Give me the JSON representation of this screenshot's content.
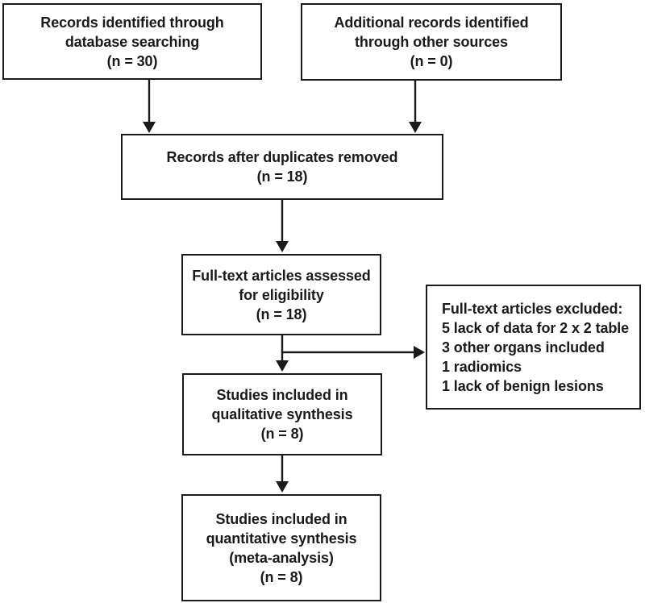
{
  "diagram": {
    "colors": {
      "background": "#ffffff",
      "box_fill": "#ffffff",
      "box_border": "#1a1a1a",
      "text": "#1a1a1a",
      "arrow": "#1a1a1a"
    },
    "boxes": {
      "records_database": {
        "lines": [
          "Records identified through",
          "database searching",
          "(n = 30)"
        ]
      },
      "records_other": {
        "lines": [
          "Additional records identified",
          "through other sources",
          "(n = 0)"
        ]
      },
      "after_duplicates": {
        "lines": [
          "Records after duplicates removed",
          "(n = 18)"
        ]
      },
      "fulltext_assessed": {
        "lines": [
          "Full-text articles assessed",
          "for eligibility",
          "(n = 18)"
        ]
      },
      "fulltext_excluded": {
        "lines": [
          "Full-text articles excluded:",
          "5 lack of data for 2 x 2 table",
          "3 other organs included",
          "1 radiomics",
          "1 lack of benign lesions"
        ]
      },
      "qualitative_synthesis": {
        "lines": [
          "Studies included in",
          "qualitative synthesis",
          "(n = 8)"
        ]
      },
      "quantitative_synthesis": {
        "lines": [
          "Studies included in",
          "quantitative synthesis",
          "(meta-analysis)",
          "(n = 8)"
        ]
      }
    }
  }
}
